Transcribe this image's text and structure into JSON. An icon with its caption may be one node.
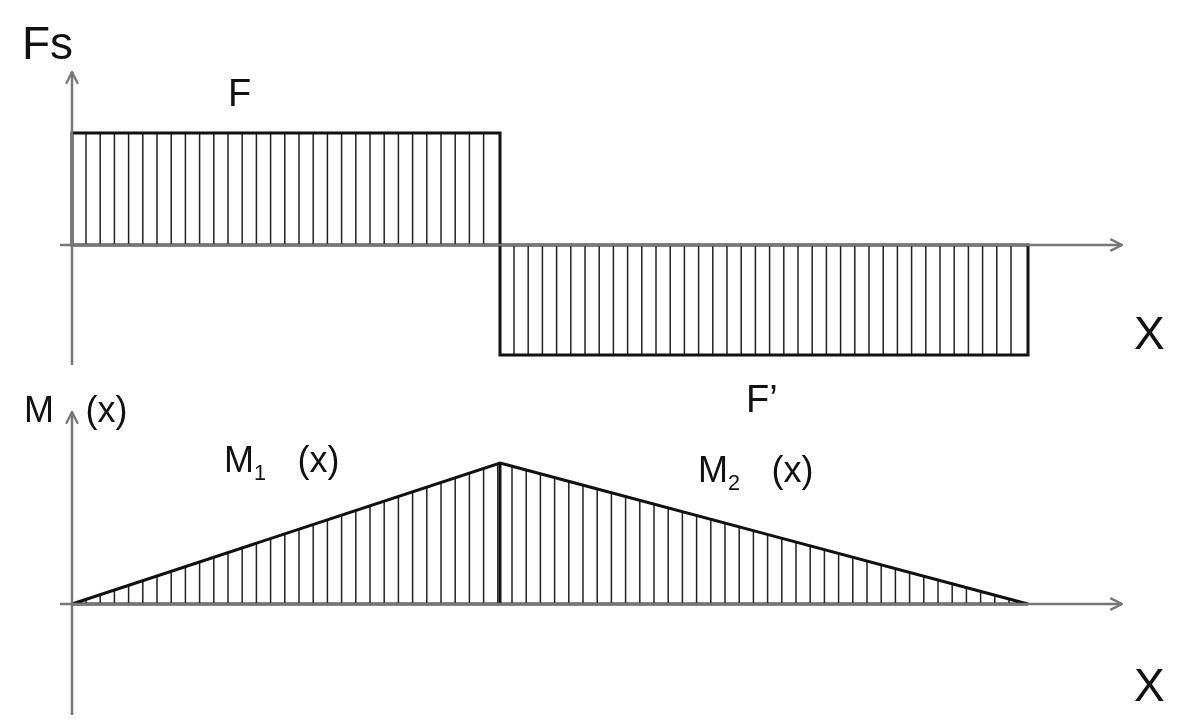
{
  "diagram": {
    "labels": [
      "Fs",
      "F",
      "X",
      "F’",
      "M (x)",
      "M$_{1}$ (x)",
      "M$_{2}$ (x)",
      "X"
    ]
  }
}
